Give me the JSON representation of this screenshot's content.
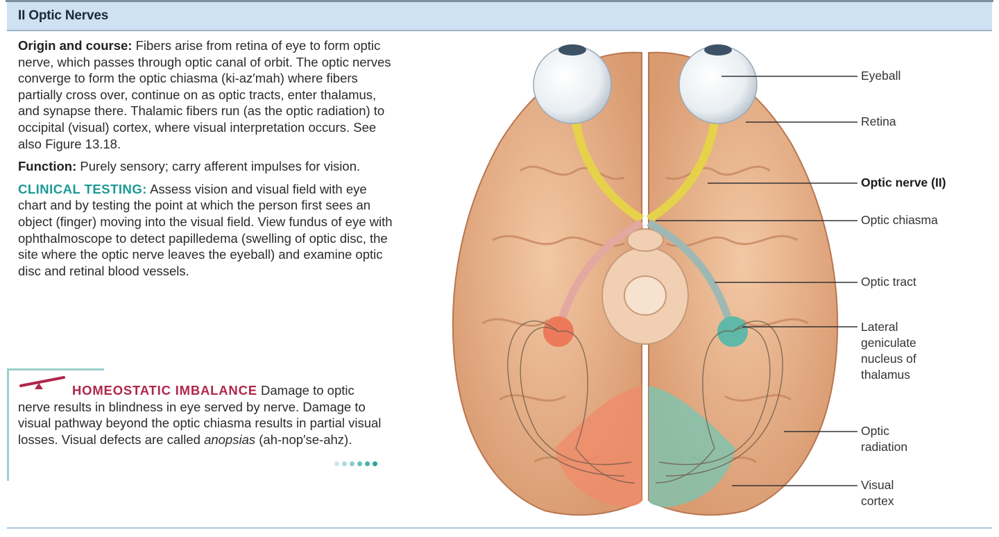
{
  "header": {
    "title": "II Optic Nerves"
  },
  "origin": {
    "label": "Origin and course:",
    "text": "Fibers arise from retina of eye to form optic nerve, which passes through optic canal of orbit. The optic nerves converge to form the optic chiasma (ki-az′mah) where fibers partially cross over, continue on as optic tracts, enter thalamus, and synapse there. Thalamic fibers run (as the optic radiation) to occipital (visual) cortex, where visual interpretation occurs. See also Figure 13.18."
  },
  "function": {
    "label": "Function:",
    "text": "Purely sensory; carry afferent impulses for vision."
  },
  "clinical": {
    "label": "CLINICAL TESTING:",
    "text": "Assess vision and visual field with eye chart and by testing the point at which the person first sees an object (finger) moving into the visual field. View fundus of eye with ophthalmoscope to detect papilledema (swelling of optic disc, the site where the optic nerve leaves the eyeball) and examine optic disc and retinal blood vessels."
  },
  "imbalance": {
    "label": "HOMEOSTATIC IMBALANCE",
    "text": "Damage to optic nerve results in blindness in eye served by nerve. Damage to visual pathway beyond the optic chiasma results in partial visual losses. Visual defects are called",
    "term": "anopsias",
    "pron": "(ah-nop′se-ahz)."
  },
  "figure_labels": {
    "eyeball": "Eyeball",
    "retina": "Retina",
    "optic_nerve": "Optic nerve (II)",
    "optic_chiasma": "Optic chiasma",
    "optic_tract": "Optic tract",
    "lgn_1": "Lateral",
    "lgn_2": "geniculate",
    "lgn_3": "nucleus of",
    "lgn_4": "thalamus",
    "radiation_1": "Optic",
    "radiation_2": "radiation",
    "cortex_1": "Visual",
    "cortex_2": "cortex"
  },
  "colors": {
    "header_bg": "#cfe2f4",
    "clinical": "#1b9a95",
    "imbalance": "#b0264c",
    "brain": "#e8b28a",
    "nerve": "#e6d24a",
    "tract": "#9fb8b4",
    "lgn_left": "#ec7a5a",
    "lgn_right": "#5fb8a8",
    "cortex_left": "#f08a6a",
    "cortex_right": "#7cc4b0"
  }
}
